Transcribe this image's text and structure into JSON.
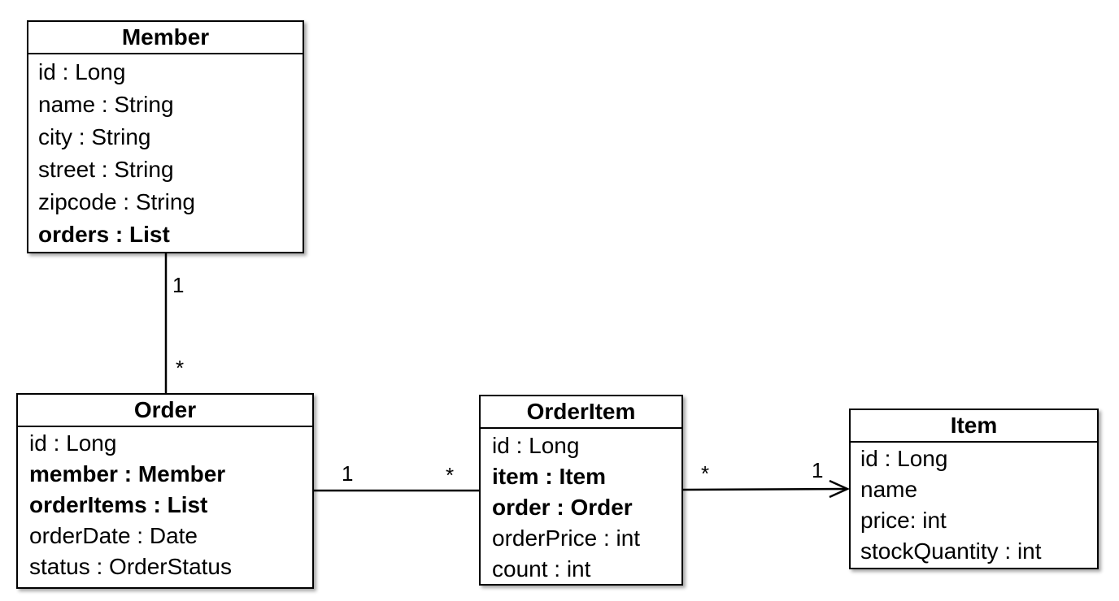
{
  "entities": {
    "member": {
      "title": "Member",
      "attributes": [
        {
          "text": "id : Long",
          "bold": false
        },
        {
          "text": "name : String",
          "bold": false
        },
        {
          "text": "city : String",
          "bold": false
        },
        {
          "text": "street : String",
          "bold": false
        },
        {
          "text": "zipcode : String",
          "bold": false
        },
        {
          "text": "orders : List",
          "bold": true
        }
      ]
    },
    "order": {
      "title": "Order",
      "attributes": [
        {
          "text": "id : Long",
          "bold": false
        },
        {
          "text": "member : Member",
          "bold": true
        },
        {
          "text": "orderItems : List",
          "bold": true
        },
        {
          "text": "orderDate : Date",
          "bold": false
        },
        {
          "text": "status : OrderStatus",
          "bold": false
        }
      ]
    },
    "orderItem": {
      "title": "OrderItem",
      "attributes": [
        {
          "text": "id : Long",
          "bold": false
        },
        {
          "text": "item : Item",
          "bold": true
        },
        {
          "text": "order : Order",
          "bold": true
        },
        {
          "text": "orderPrice : int",
          "bold": false
        },
        {
          "text": "count : int",
          "bold": false
        }
      ]
    },
    "item": {
      "title": "Item",
      "attributes": [
        {
          "text": "id : Long",
          "bold": false
        },
        {
          "text": "name",
          "bold": false
        },
        {
          "text": "price: int",
          "bold": false
        },
        {
          "text": "stockQuantity : int",
          "bold": false
        }
      ]
    }
  },
  "relations": {
    "member_order": {
      "from": "Member",
      "to": "Order",
      "from_mult": "1",
      "to_mult": "*",
      "navigable": false
    },
    "order_orderItem": {
      "from": "Order",
      "to": "OrderItem",
      "from_mult": "1",
      "to_mult": "*",
      "navigable": false
    },
    "orderItem_item": {
      "from": "OrderItem",
      "to": "Item",
      "from_mult": "*",
      "to_mult": "1",
      "navigable": true
    }
  }
}
